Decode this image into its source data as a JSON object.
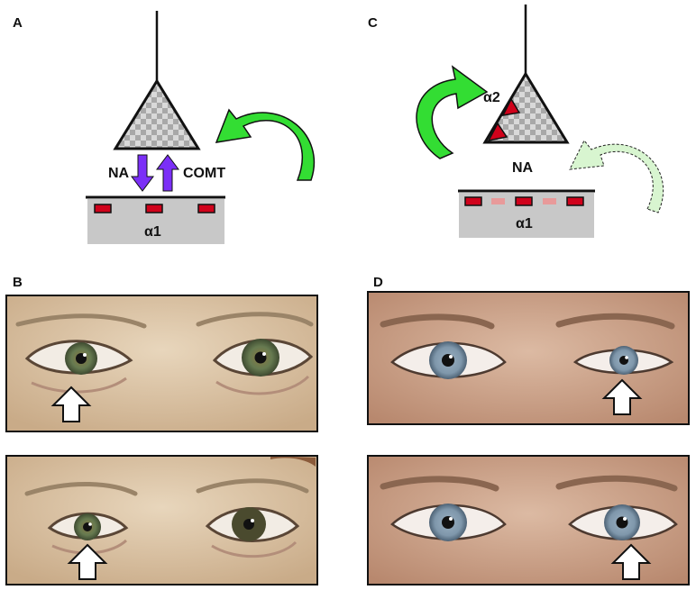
{
  "panels": {
    "a": {
      "label": "A",
      "left_text": "NA",
      "right_text": "COMT",
      "receptor_text": "α1"
    },
    "b": {
      "label": "B"
    },
    "c": {
      "label": "C",
      "neuron_text": "α2",
      "middle_text": "NA",
      "receptor_text": "α1"
    },
    "d": {
      "label": "D"
    }
  },
  "colors": {
    "checker_light": "#d9d9d9",
    "checker_dark": "#a8a8a8",
    "receptor_red": "#d0021b",
    "receptor_faded": "#e89a9a",
    "membrane_gray": "#c8c8c8",
    "arrow_purple": "#7b2ff7",
    "arrow_green": "#33dd33",
    "arrow_green_faded": "#d8f5d0",
    "skin_b": "#d9c2a4",
    "skin_d": "#cfa890",
    "iris_b": "#6b7d52",
    "iris_d": "#7f97ab"
  },
  "icons": {
    "photo_arrow": "up-arrow-icon"
  }
}
